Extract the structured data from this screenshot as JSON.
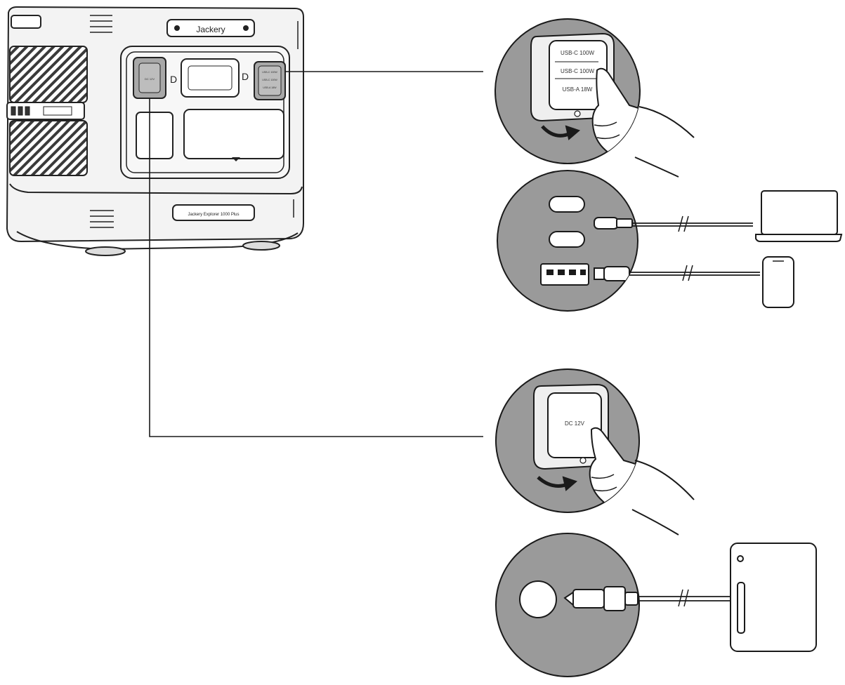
{
  "device": {
    "brand_label": "Jackery",
    "model_label": "Jackery Explorer 1000 Plus",
    "usb_button_lines": [
      "USB-C 100W",
      "USB-C 100W",
      "USB-A 18W"
    ],
    "car_button_label": "DC 12V",
    "ac_panel_label": "",
    "left_button_label": ""
  },
  "callout_usb_button": {
    "lines": [
      "USB-C 100W",
      "USB-C 100W",
      "USB-A 18W"
    ]
  },
  "callout_car_button": {
    "label": "DC 12V"
  },
  "colors": {
    "line": "#1a1a1a",
    "circle_fill": "#9a9a9a",
    "device_body": "#f2f2f2",
    "button_gray": "#a8a8a8",
    "device_outline": "#222222"
  }
}
